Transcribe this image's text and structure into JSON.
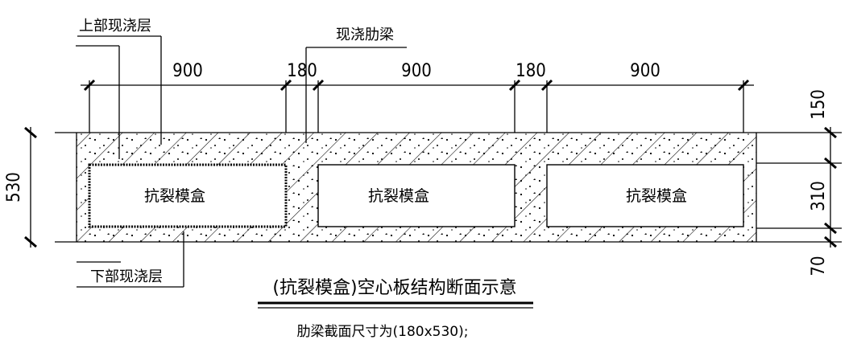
{
  "labels": {
    "top_layer": "上部现浇层",
    "rib": "现浇肋梁",
    "bottom_layer": "下部现浇层",
    "box1": "抗裂模盒",
    "box2": "抗裂模盒",
    "box3": "抗裂模盒"
  },
  "dimensions": {
    "top": [
      "900",
      "180",
      "900",
      "180",
      "900"
    ],
    "left": "530",
    "right": [
      "150",
      "310",
      "70"
    ]
  },
  "title": "(抗裂模盒)空心板结构断面示意",
  "note": "肋梁截面尺寸为(180x530);"
}
